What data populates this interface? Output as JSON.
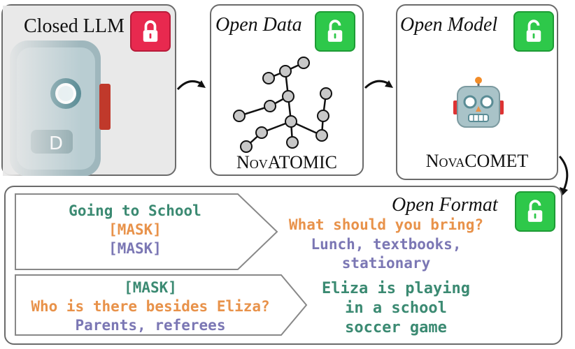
{
  "closed_llm": {
    "title": "Closed LLM",
    "lock_icon": "closed-lock-icon",
    "lock_color": "#e8294f"
  },
  "open_data": {
    "title": "Open Data",
    "name": "NovATOMIC",
    "lock_icon": "open-lock-icon",
    "lock_color": "#2ec84a"
  },
  "open_model": {
    "title": "Open Model",
    "name": "NovaCOMET",
    "lock_icon": "open-lock-icon",
    "robot_icon": "robot-icon"
  },
  "open_format": {
    "title": "Open Format",
    "example1": {
      "input": [
        "Going to School",
        "[MASK]",
        "[MASK]"
      ],
      "output": [
        "What should you bring?",
        "Lunch, textbooks,",
        "stationary"
      ]
    },
    "example2": {
      "input": [
        "[MASK]",
        "Who is there besides Eliza?",
        "Parents, referees"
      ],
      "output": [
        "Eliza is playing",
        "in a school",
        "soccer game"
      ]
    }
  },
  "colors": {
    "green_text": "#3b8a72",
    "orange_text": "#e8924a",
    "purple_text": "#7b77b4"
  }
}
